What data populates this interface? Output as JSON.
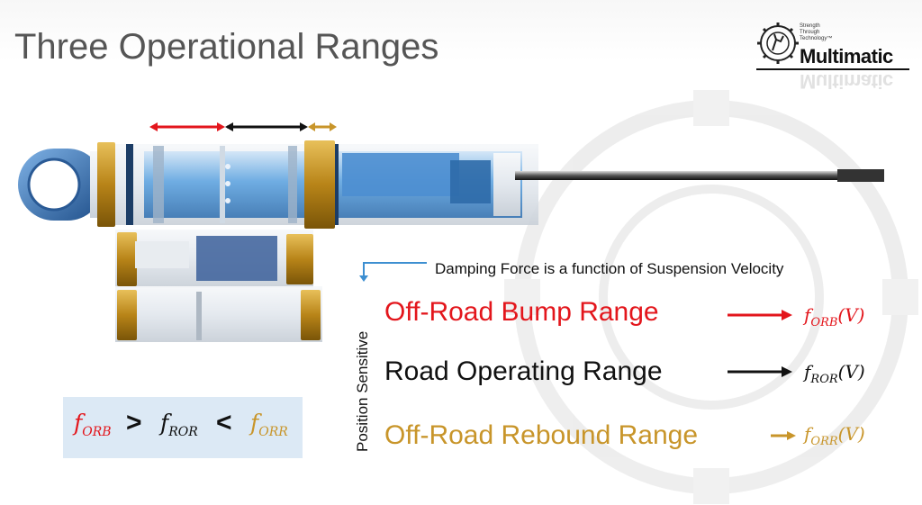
{
  "slide": {
    "title": "Three Operational Ranges"
  },
  "logo": {
    "tagline_1": "Strength",
    "tagline_2": "Through",
    "tagline_3": "Technology™",
    "name": "Multimatic"
  },
  "notes": {
    "damping": "Damping Force is a function of Suspension Velocity",
    "position_axis": "Position Sensitive"
  },
  "ranges": [
    {
      "label": "Off-Road Bump Range",
      "func": "f",
      "sub": "ORB",
      "arg": "(V)",
      "color": "#e3161c"
    },
    {
      "label": "Road Operating Range",
      "func": "f",
      "sub": "ROR",
      "arg": "(V)",
      "color": "#111111"
    },
    {
      "label": "Off-Road Rebound Range",
      "func": "f",
      "sub": "ORR",
      "arg": "(V)",
      "color": "#c8952a"
    }
  ],
  "inequality": {
    "f": "f",
    "left_sub": "ORB",
    "op1": ">",
    "mid_sub": "ROR",
    "op2": "<",
    "right_sub": "ORR"
  },
  "colors": {
    "bump": "#e3161c",
    "road": "#111111",
    "rebound": "#c8952a",
    "shock_body": "#3a8fd6",
    "note_arrow": "#3d8fd1"
  }
}
